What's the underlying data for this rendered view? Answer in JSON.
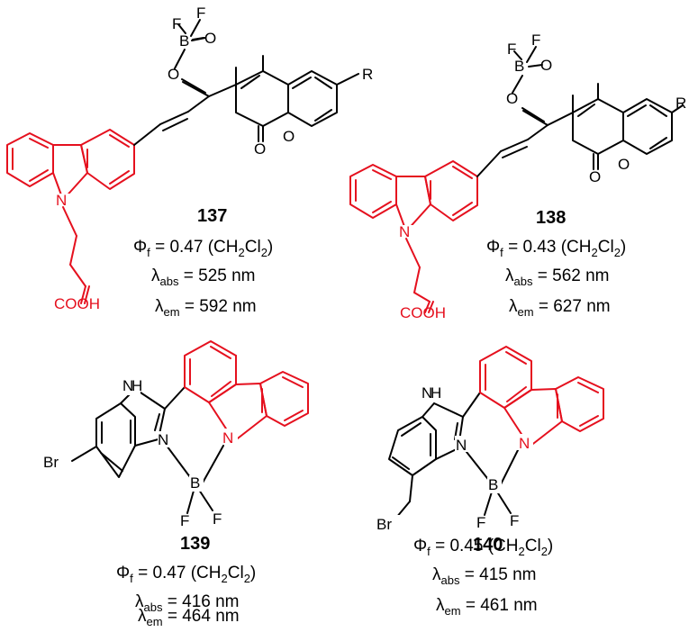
{
  "compounds": [
    {
      "number": "137",
      "substituent": "R",
      "acid_label": "COOH",
      "quantum_yield": "0.47",
      "solvent_main": "(CH",
      "solvent_sub1": "2",
      "solvent_mid": "Cl",
      "solvent_sub2": "2",
      "solvent_end": ")",
      "abs": "525 nm",
      "em": "592 nm"
    },
    {
      "number": "138",
      "substituent": "R",
      "acid_label": "COOH",
      "quantum_yield": "0.43",
      "solvent_main": "(CH",
      "solvent_sub1": "2",
      "solvent_mid": "Cl",
      "solvent_sub2": "2",
      "solvent_end": ")",
      "abs": "562 nm",
      "em": "627 nm"
    },
    {
      "number": "139",
      "halogen": "Br",
      "quantum_yield": "0.47",
      "solvent_main": "(CH",
      "solvent_sub1": "2",
      "solvent_mid": "Cl",
      "solvent_sub2": "2",
      "solvent_end": ")",
      "abs": "416 nm",
      "em": "464 nm"
    },
    {
      "number": "140",
      "halogen": "Br",
      "quantum_yield": "0.45",
      "solvent_main": "(CH",
      "solvent_sub1": "2",
      "solvent_mid": "Cl",
      "solvent_sub2": "2",
      "solvent_end": ")",
      "abs": "415 nm",
      "em": "461 nm"
    }
  ],
  "symbols": {
    "phi": "Φ",
    "phi_sub": "f",
    "lambda": "λ",
    "abs_sub": "abs",
    "em_sub": "em",
    "equals": " = "
  },
  "atoms": {
    "F": "F",
    "B": "B",
    "O": "O",
    "N": "N",
    "H": "H"
  },
  "colors": {
    "highlight": "#e5101e",
    "line": "#000000"
  }
}
